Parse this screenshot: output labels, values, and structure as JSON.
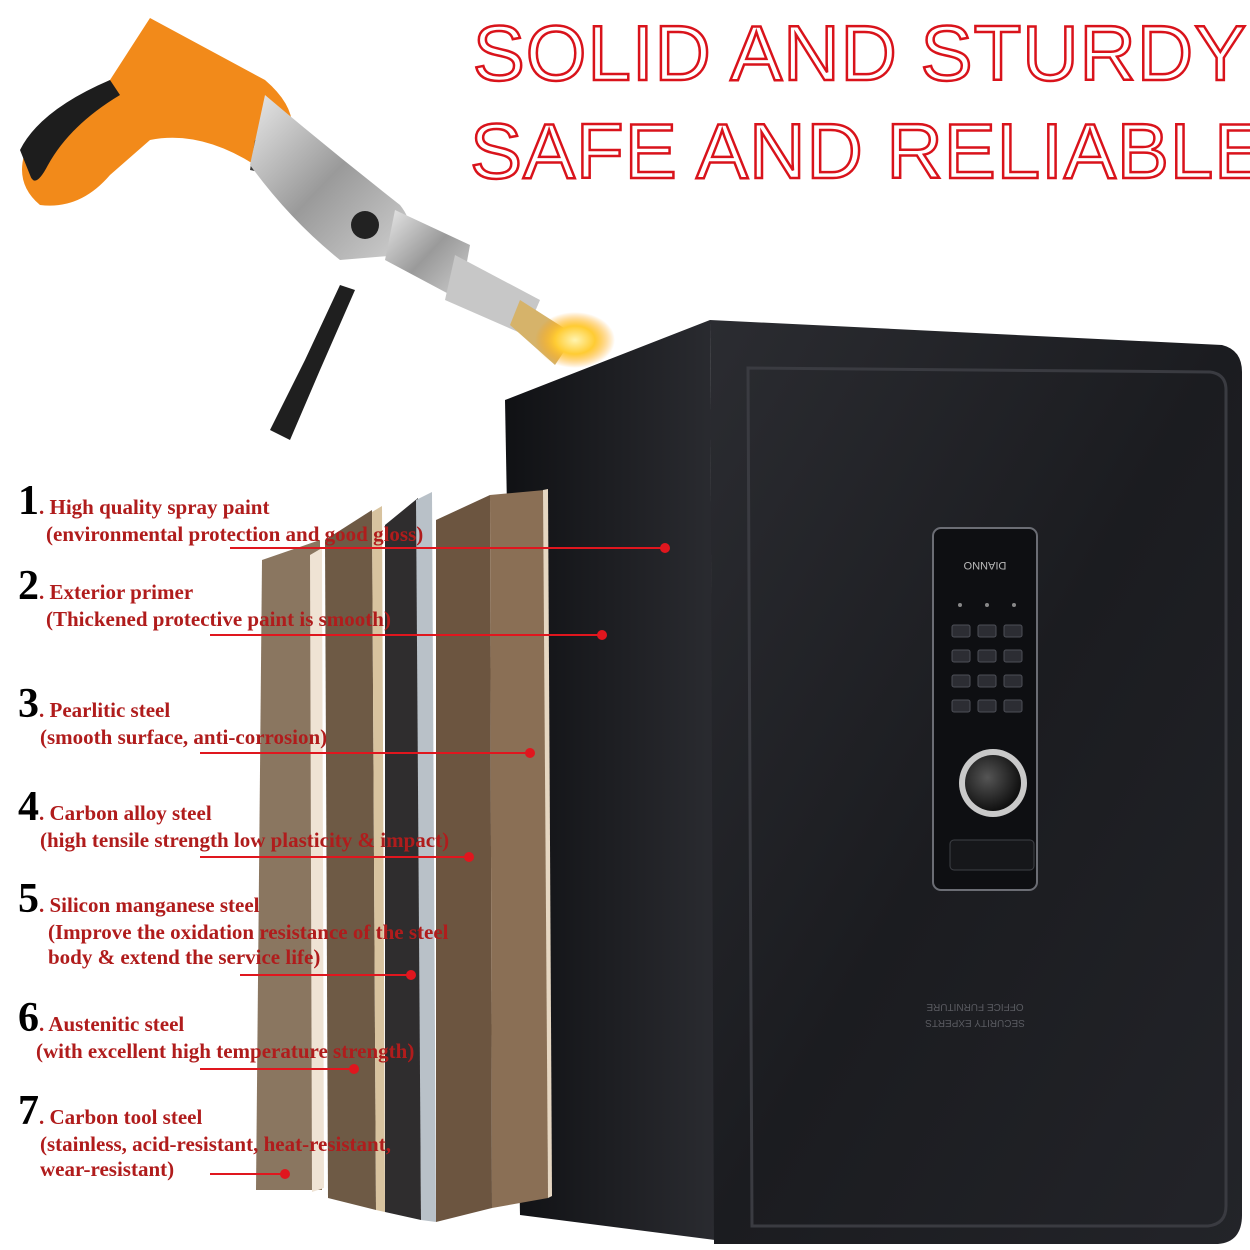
{
  "headline": {
    "line1": "SOLID AND STURDY",
    "line2": "SAFE AND RELIABLE"
  },
  "safe": {
    "brand_text": "DIANNO",
    "plate_line1": "OFFICE FURNITURE",
    "plate_line2": "SECURITY EXPERTS"
  },
  "layers": [
    {
      "num": "1",
      "title": ". High quality spray paint",
      "desc": [
        "(environmental protection and good gloss)"
      ]
    },
    {
      "num": "2",
      "title": ". Exterior primer",
      "desc": [
        "(Thickened protective paint is smooth)"
      ]
    },
    {
      "num": "3",
      "title": ". Pearlitic steel",
      "desc": [
        "(smooth surface, anti-corrosion)"
      ]
    },
    {
      "num": "4",
      "title": ". Carbon alloy steel",
      "desc": [
        "(high tensile strength low plasticity & impact)"
      ]
    },
    {
      "num": "5",
      "title": ". Silicon manganese steel",
      "desc": [
        "(Improve the oxidation resistance of the steel",
        " body & extend the service life)"
      ]
    },
    {
      "num": "6",
      "title": ". Austenitic steel",
      "desc": [
        "(with excellent high temperature strength)"
      ]
    },
    {
      "num": "7",
      "title": ". Carbon tool steel",
      "desc": [
        "(stainless, acid-resistant, heat-resistant,",
        "wear-resistant)"
      ]
    }
  ],
  "colors": {
    "headline_stroke": "#d9131b",
    "text_red": "#b01c1c",
    "leader_red": "#e0161e",
    "safe_body": "#1a1b1f",
    "drill_orange": "#f28a1a"
  },
  "icons": [
    "drill-icon",
    "safe-illustration",
    "steel-layer-panels"
  ]
}
